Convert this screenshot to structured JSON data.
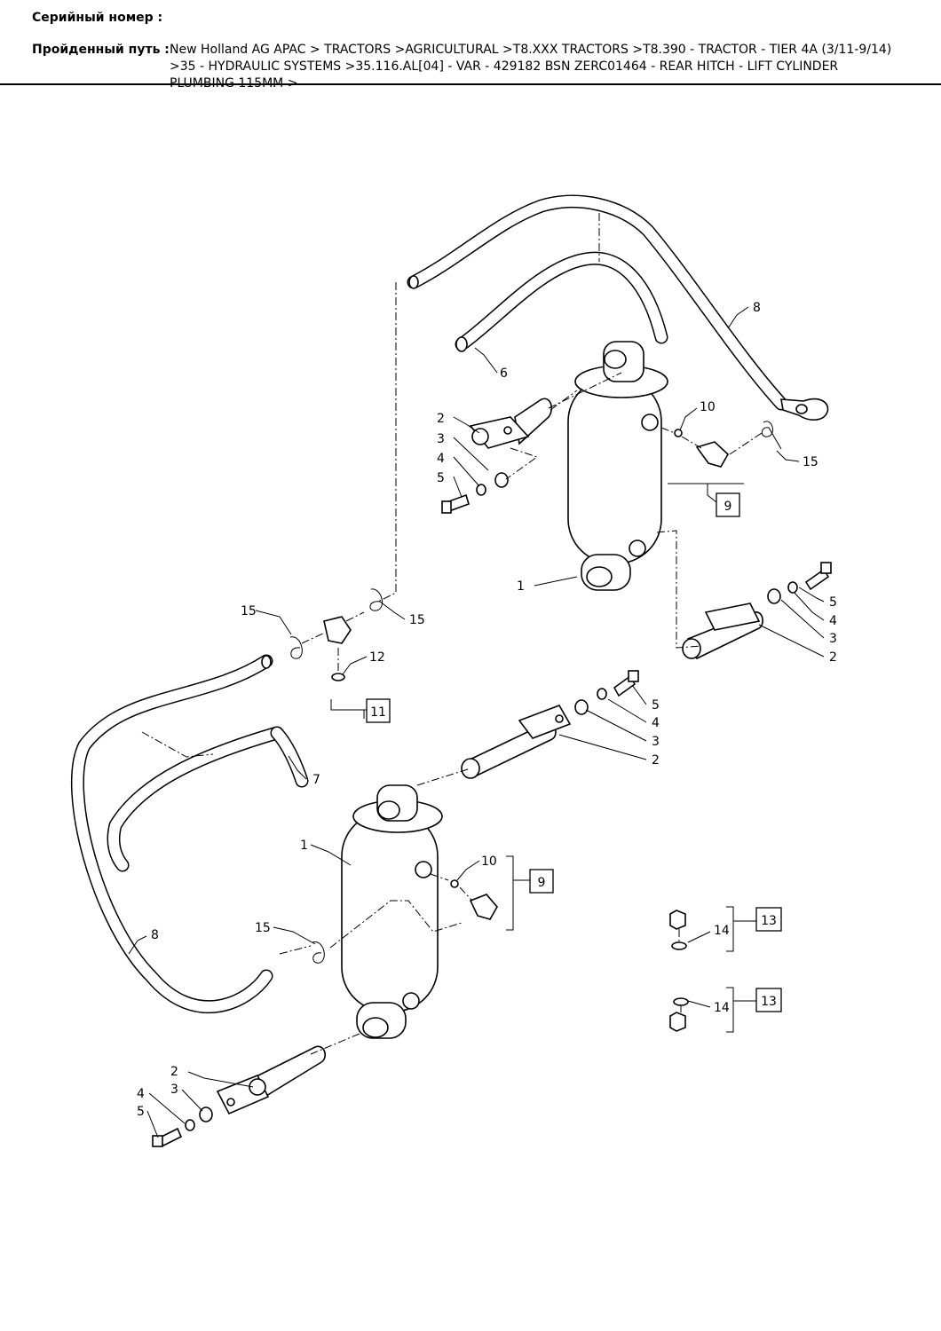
{
  "header": {
    "serial_label": "Серийный номер :",
    "serial_value": "",
    "path_label": "Пройденный путь :",
    "path_value": "New Holland AG APAC > TRACTORS >AGRICULTURAL >T8.XXX TRACTORS >T8.390 - TRACTOR - TIER 4A (3/11-9/14) >35 - HYDRAULIC SYSTEMS >35.116.AL[04] - VAR - 429182 BSN ZERC01464 - REAR HITCH - LIFT CYLINDER PLUMBING 115MM >"
  },
  "callouts": {
    "c1_top": "1",
    "c2_top_left": "2",
    "c3_top_left": "3",
    "c4_top_left": "4",
    "c5_top_left": "5",
    "c6": "6",
    "c8_top": "8",
    "c10_top": "10",
    "c15_top_right": "15",
    "c5_mid_right": "5",
    "c4_mid_right": "4",
    "c3_mid_right": "3",
    "c2_mid_right": "2",
    "c15_mid_left": "15",
    "c15_mid_right": "15",
    "c12": "12",
    "c5_low_right": "5",
    "c4_low_right": "4",
    "c3_low_right": "3",
    "c2_low_right": "2",
    "c7": "7",
    "c1_bottom": "1",
    "c10_bottom": "10",
    "c8_bottom": "8",
    "c15_bottom": "15",
    "c14_upper": "14",
    "c14_lower": "14",
    "c2_bottom": "2",
    "c3_bottom": "3",
    "c4_bottom": "4",
    "c5_bottom": "5"
  },
  "boxed_callouts": {
    "b9_top": "9",
    "b11": "11",
    "b9_bottom": "9",
    "b13_upper": "13",
    "b13_lower": "13"
  }
}
